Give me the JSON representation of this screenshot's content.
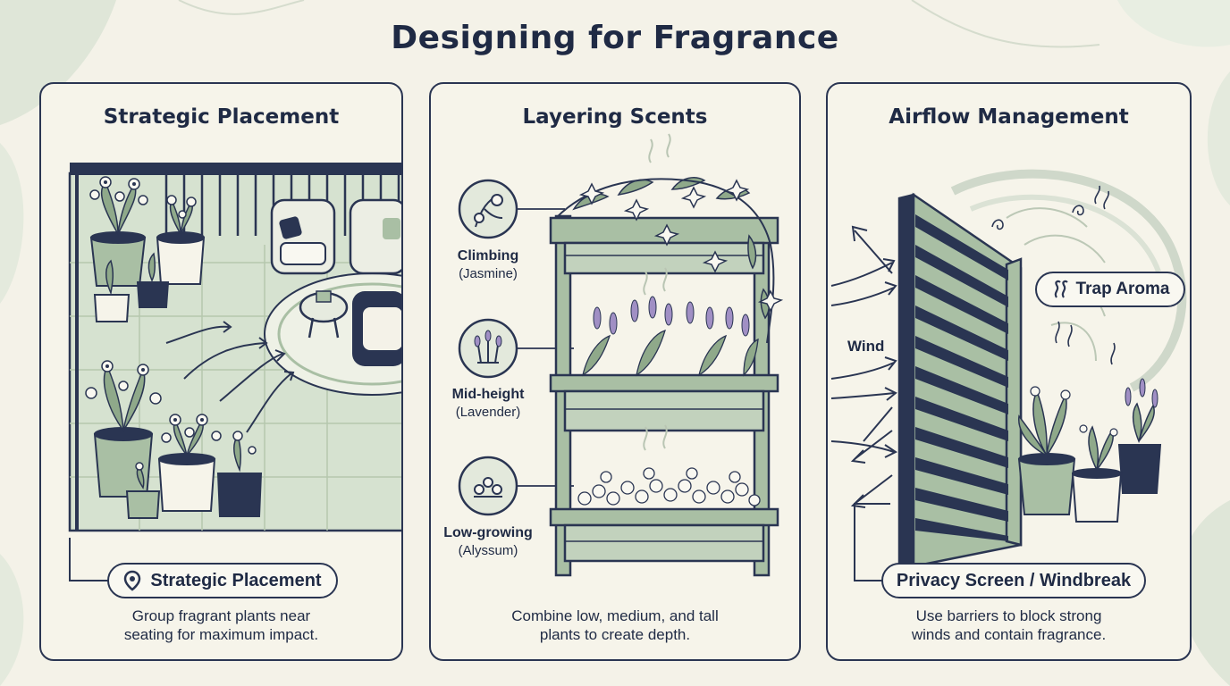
{
  "title": "Designing for Fragrance",
  "panels": [
    {
      "title": "Strategic Placement",
      "badge": "Strategic Placement",
      "badge_icon": "map-pin-icon",
      "caption_line1": "Group fragrant plants near",
      "caption_line2": "seating for maximum impact."
    },
    {
      "title": "Layering Scents",
      "layers": [
        {
          "name": "Climbing",
          "plant": "(Jasmine)",
          "icon": "jasmine-icon"
        },
        {
          "name": "Mid-height",
          "plant": "(Lavender)",
          "icon": "lavender-icon"
        },
        {
          "name": "Low-growing",
          "plant": "(Alyssum)",
          "icon": "alyssum-icon"
        }
      ],
      "caption_line1": "Combine low, medium, and tall",
      "caption_line2": "plants to create depth."
    },
    {
      "title": "Airflow Management",
      "wind_label": "Wind",
      "aroma_badge": "Trap Aroma",
      "aroma_icon": "scent-swirl-icon",
      "screen_badge": "Privacy Screen / Windbreak",
      "caption_line1": "Use barriers to block strong",
      "caption_line2": "winds and contain fragrance."
    }
  ],
  "colors": {
    "navy": "#2a3552",
    "sage": "#a9bfa4",
    "sage_light": "#cfdcc9",
    "cream": "#f6f4ea",
    "background": "#f4f2e8"
  }
}
